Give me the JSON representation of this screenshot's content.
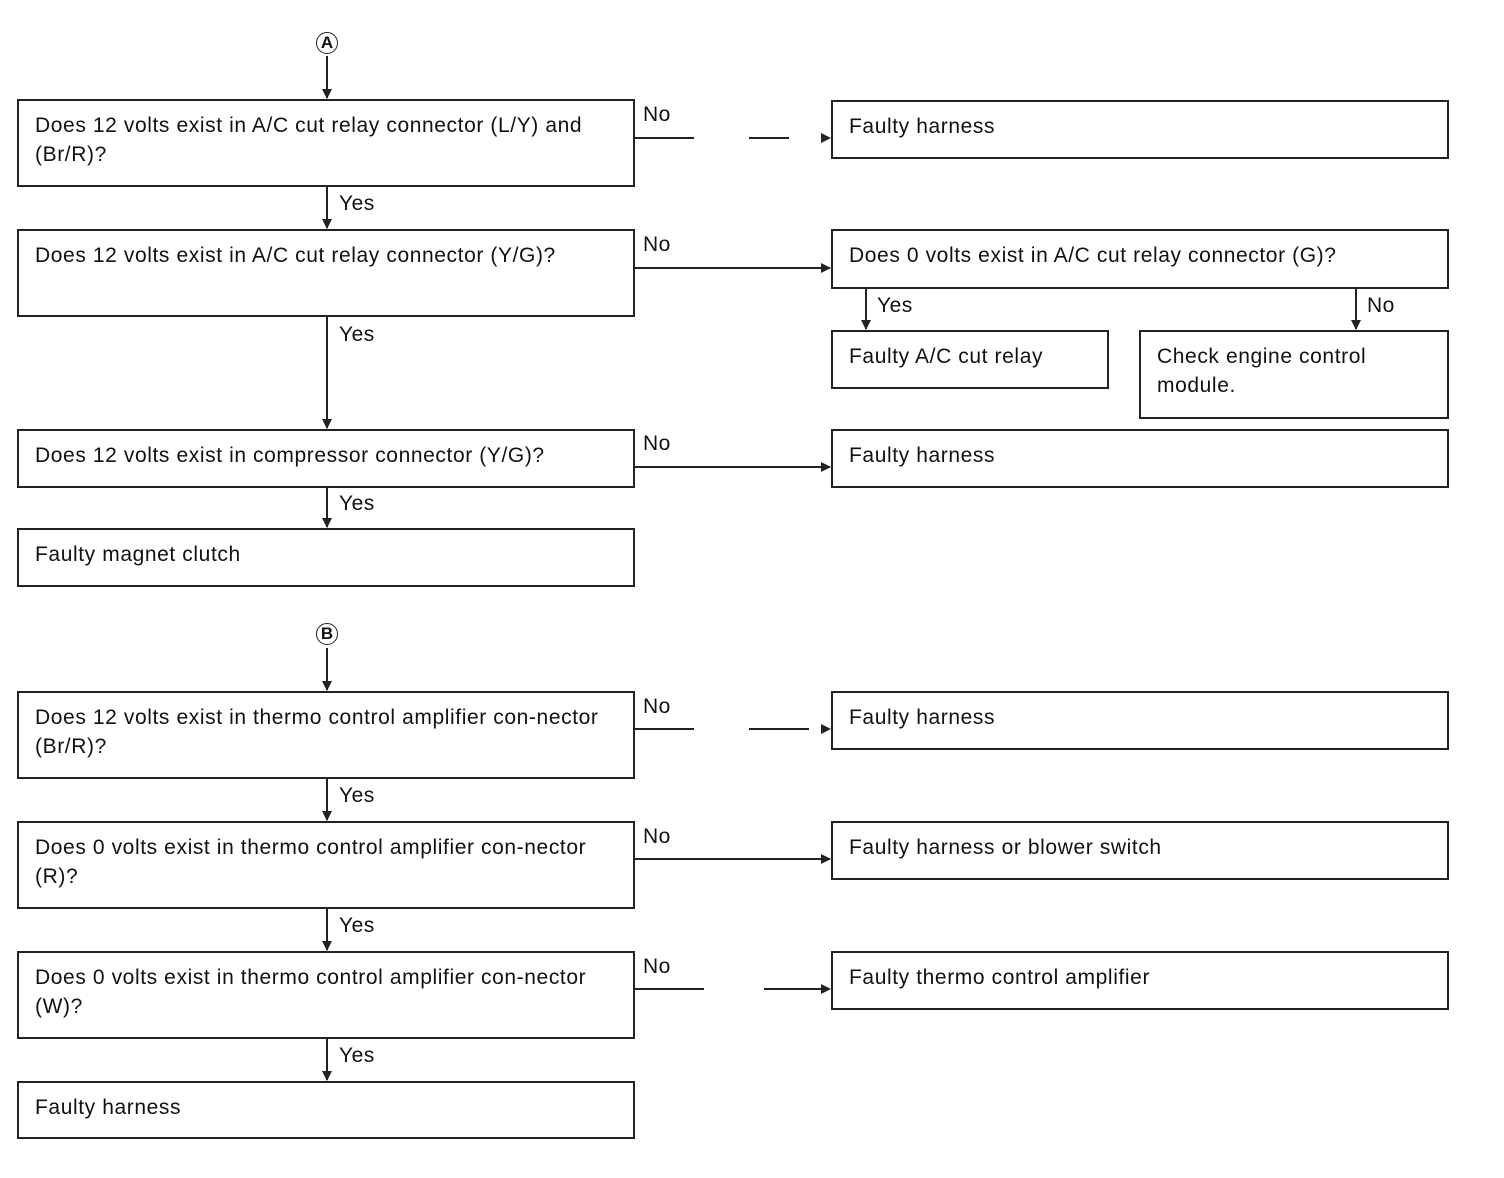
{
  "flowA": {
    "start": "A",
    "q1": "Does 12 volts exist in A/C cut relay connector (L/Y) and (Br/R)?",
    "q1_no": "Faulty harness",
    "q2": "Does 12 volts exist in A/C cut relay connector (Y/G)?",
    "q2_no": "Does 0 volts exist in A/C cut relay connector (G)?",
    "q2_no_yes": "Faulty A/C cut relay",
    "q2_no_no": "Check engine control module.",
    "q3": "Does 12 volts exist in compressor connector (Y/G)?",
    "q3_no": "Faulty harness",
    "q3_yes": "Faulty magnet clutch"
  },
  "flowB": {
    "start": "B",
    "q1": "Does 12 volts exist in thermo control amplifier con-nector (Br/R)?",
    "q1_no": "Faulty harness",
    "q2": "Does 0 volts exist in thermo control amplifier con-nector (R)?",
    "q2_no": "Faulty harness or blower switch",
    "q3": "Does 0 volts exist in thermo control amplifier con-nector (W)?",
    "q3_no": "Faulty thermo control amplifier",
    "q3_yes": "Faulty harness"
  },
  "labels": {
    "yes": "Yes",
    "no": "No"
  }
}
